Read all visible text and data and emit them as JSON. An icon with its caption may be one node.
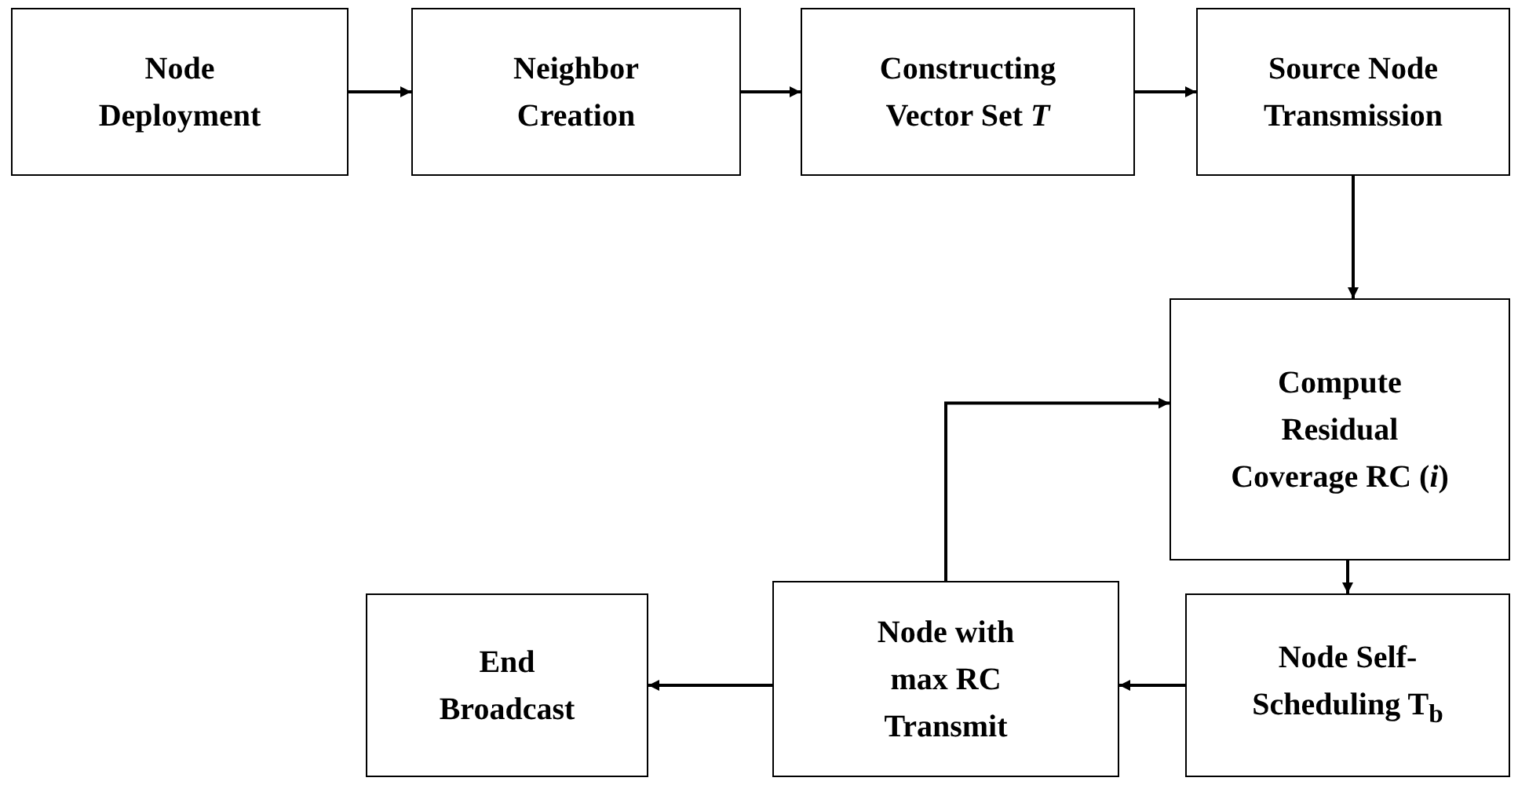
{
  "diagram": {
    "nodes": [
      {
        "text": [
          "Node Deployment"
        ]
      },
      {
        "text": [
          "Neighbor Creation"
        ]
      },
      {
        "text": [
          "Constructing Vector Set *T*"
        ]
      },
      {
        "text": [
          "Source Node Transmission"
        ]
      },
      {
        "text": [
          "Compute Residual Coverage RC (*i*)"
        ]
      },
      {
        "text": [
          "Node Self-Scheduling T$_{b}$"
        ]
      },
      {
        "text": [
          "Node with max RC Transmit"
        ]
      },
      {
        "text": [
          "End Broadcast"
        ]
      }
    ],
    "edges": [
      {
        "from": 0,
        "to": 1,
        "arrow": "to"
      },
      {
        "from": 1,
        "to": 2,
        "arrow": "to"
      },
      {
        "from": 2,
        "to": 3,
        "arrow": "to"
      },
      {
        "from": 3,
        "to": 4,
        "arrow": "to"
      },
      {
        "from": 4,
        "to": 5,
        "arrow": "to"
      },
      {
        "from": 5,
        "to": 6,
        "arrow": "to"
      },
      {
        "from": 6,
        "to": 7,
        "arrow": "to"
      },
      {
        "from": 6,
        "to": 4,
        "arrow": "to"
      }
    ]
  }
}
